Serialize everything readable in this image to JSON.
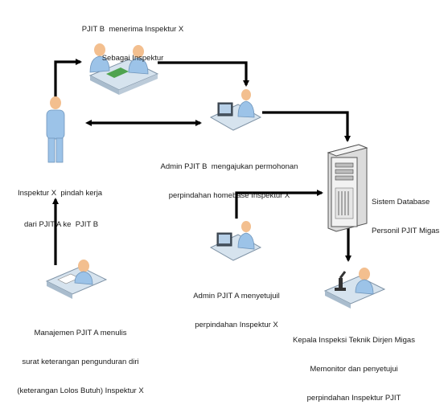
{
  "nodes": {
    "pjit_b_receive": {
      "icon": "handshake-desk-icon",
      "lines": [
        "PJIT B  menerima Inspektur X",
        "Sebagai Inspektur"
      ]
    },
    "admin_b": {
      "icon": "computer-user-icon",
      "lines": [
        "Admin PJIT B  mengajukan permohonan",
        "perpindahan homebase Inspektur X"
      ]
    },
    "inspektur_x": {
      "icon": "person-standing-icon",
      "lines": [
        "Inspektur X  pindah kerja",
        "dari PJIT A ke  PJIT B"
      ]
    },
    "database": {
      "icon": "server-tower-icon",
      "lines": [
        "Sistem Database",
        "Personil PJIT Migas"
      ]
    },
    "admin_a": {
      "icon": "computer-user-icon",
      "lines": [
        "Admin PJIT A menyetujuil",
        "perpindahan Inspektur X"
      ]
    },
    "manajemen_a": {
      "icon": "person-desk-writing-icon",
      "lines": [
        "Manajemen PJIT A menulis",
        "surat keterangan pengunduran diri",
        "(keterangan Lolos Butuh) Inspektur X"
      ]
    },
    "kepala": {
      "icon": "microscope-desk-icon",
      "lines": [
        "Kepala Inspeksi Teknik Dirjen Migas",
        "Memonitor dan penyetujui",
        "perpindahan Inspektur PJIT"
      ]
    }
  },
  "colors": {
    "arrow": "#000000",
    "skin": "#f3bf8f",
    "shirt": "#9cc3e8",
    "desk": "#d6e3ee",
    "server": "#f2f2f2"
  }
}
